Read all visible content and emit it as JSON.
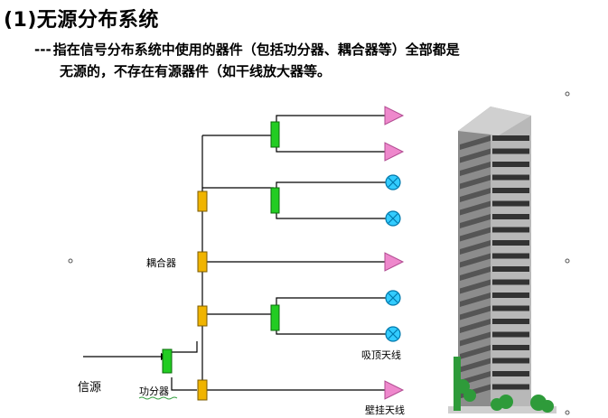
{
  "heading": "(1)无源分布系统",
  "description": {
    "prefix": "---",
    "line1": "指在信号分布系统中使用的器件（包括功分器、耦合器等）全部都是",
    "line2": "无源的，不存在有源器件（如干线放大器等。"
  },
  "diagram": {
    "coupler_label": "耦合器",
    "source_label": "信源",
    "splitter_label": "功分器",
    "ceiling_antenna_label": "吸顶天线",
    "wall_antenna_label": "壁挂天线",
    "colors": {
      "coupler": "#f0b400",
      "splitter": "#22cc22",
      "wall_antenna": "#ee88cc",
      "ceiling_antenna": "#33ccff",
      "building_gray": "#9a9a9a",
      "building_dark": "#333333",
      "tree": "#2e9b3a"
    }
  }
}
